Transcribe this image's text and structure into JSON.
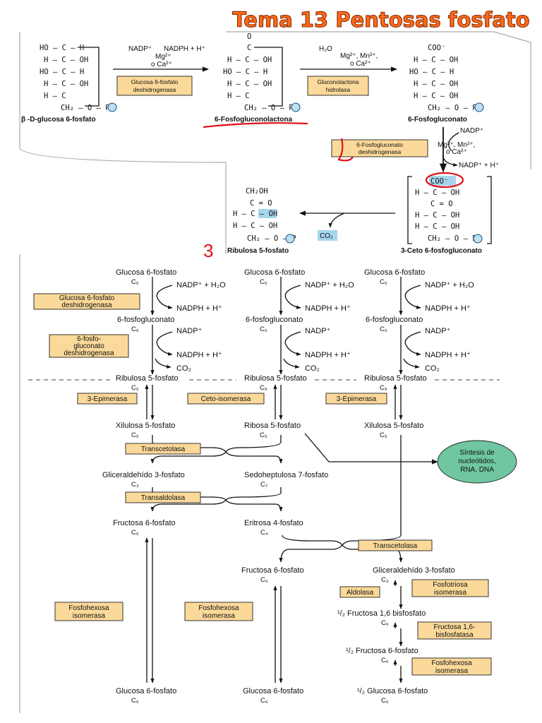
{
  "title": "Tema 13 Pentosas fosfato",
  "top": {
    "mol1": {
      "rows": [
        "HO – C – H",
        "H – C – OH",
        "HO – C – H",
        "H – C – OH",
        "H – C",
        "CH₂ – O – P"
      ],
      "name": "β -D-glucosa 6-fosfato"
    },
    "step1": {
      "cofactor": "NADP⁺",
      "product": "NADPH + H⁺",
      "ions": "Mg²⁺",
      "ions2": "o Ca²⁺",
      "enzyme_l1": "Glucosa 6-fosfato",
      "enzyme_l2": "deshidrogenasa"
    },
    "mol2": {
      "rows": [
        "O",
        "C",
        "H – C – OH",
        "HO – C – H",
        "H – C – OH",
        "H – C",
        "CH₂ – O – P"
      ],
      "name": "6-Fosfogluconolactona"
    },
    "step2": {
      "water": "H₂O",
      "ions": "Mg²⁺, Mn²⁺,",
      "ions2": "o Ca²⁺",
      "enzyme_l1": "Gluconolactona",
      "enzyme_l2": "hidrolasa"
    },
    "mol3": {
      "rows": [
        "COO⁻",
        "H – C – OH",
        "HO – C – H",
        "H – C – OH",
        "H – C – OH",
        "CH₂ – O – P"
      ],
      "name": "6-Fosfogluconato"
    },
    "step3": {
      "cofactor": "NADP⁺",
      "ions": "Mg²⁺, Mn²⁺,",
      "ions2": "o Ca²⁺",
      "product": "NADP⁺ + H⁺",
      "enzyme_l1": "6-Fosfogluconato",
      "enzyme_l2": "deshidrogenasa"
    },
    "mol4": {
      "rows": [
        "COO⁻",
        "H – C – OH",
        "C = O",
        "H – C – OH",
        "H – C – OH",
        "CH₂ – O – P"
      ],
      "name": "3-Ceto 6-fosfogluconato"
    },
    "mol5": {
      "rows": [
        "CH₂OH",
        "C = O",
        "H – C – OH",
        "H – C – OH",
        "CH₂ – O – P"
      ],
      "name": "Ribulosa 5-fosfato"
    },
    "co2": "CO₂",
    "annotation_number": "3",
    "phosphate": "P"
  },
  "bottom": {
    "columns": [
      {
        "g6p": "Glucosa 6-fosfato",
        "c6": "C₆",
        "nadp_h2o": "NADP⁺ + H₂O",
        "nadph": "NADPH + H⁺",
        "pg": "6-fosfogluconato",
        "c6b": "C₆",
        "nadp": "NADP⁺",
        "nadph2": "NADPH + H⁺",
        "co2": "CO₂",
        "ru5p": "Ribulosa 5-fosfato",
        "c5": "C₅",
        "isomer": "3-Epimerasa",
        "prod": "Xilulosa 5-fosfato",
        "c5b": "C₅"
      },
      {
        "g6p": "Glucosa 6-fosfato",
        "c6": "C₆",
        "nadp_h2o": "NADP⁺ + H₂O",
        "nadph": "NADPH + H⁺",
        "pg": "6-fosfogluconato",
        "c6b": "C₆",
        "nadp": "NADP⁺",
        "nadph2": "NADPH + H⁺",
        "co2": "CO₂",
        "ru5p": "Ribulosa 5-fosfato",
        "c5": "C₅",
        "isomer": "Ceto-isomerasa",
        "prod": "Ribosa 5-fosfato",
        "c5b": "C₅"
      },
      {
        "g6p": "Glucosa 6-fosfato",
        "c6": "C₆",
        "nadp_h2o": "NADP⁺ + H₂O",
        "nadph": "NADPH + H⁺",
        "pg": "6-fosfogluconato",
        "c6b": "C₆",
        "nadp": "NADP⁺",
        "nadph2": "NADPH + H⁺",
        "co2": "CO₂",
        "ru5p": "Ribulosa 5-fosfato",
        "c5": "C₅",
        "isomer": "3-Epimerasa",
        "prod": "Xilulosa 5-fosfato",
        "c5b": "C₅"
      }
    ],
    "enz_g6pdh_l1": "Glucosa 6-fosfato",
    "enz_g6pdh_l2": "deshidrogenasa",
    "enz_6pgdh_l1": "6-fosfo-",
    "enz_6pgdh_l2": "gluconato",
    "enz_6pgdh_l3": "deshidrogenasa",
    "synthesis_l1": "Síntesis de",
    "synthesis_l2": "nucleótidos,",
    "synthesis_l3": "RNA, DNA",
    "transcetolasa": "Transcetolasa",
    "transaldolasa": "Transaldolasa",
    "gal3p": "Gliceraldehído 3-fosfato",
    "c3": "C₃",
    "s7p": "Sedoheptulosa 7-fosfato",
    "c7": "C₇",
    "f6p": "Fructosa 6-fosfato",
    "c6": "C₆",
    "e4p": "Eritrosa 4-fosfato",
    "c4": "C₄",
    "transcetolasa2": "Transcetolasa",
    "f6p_mid": "Fructosa 6-fosfato",
    "gal3p_right": "Gliceraldehído 3-fosfato",
    "aldolasa": "Aldolasa",
    "tpi_l1": "Fosfotriosa",
    "tpi_l2": "isomerasa",
    "half_fbp": "¹/₂ Fructosa 1,6 bisfosfato",
    "fbpase_l1": "Fructosa 1,6-",
    "fbpase_l2": "bisfosfatasa",
    "half_f6p": "¹/₂ Fructosa 6-fosfato",
    "pgi_right_l1": "Fosfohexosa",
    "pgi_right_l2": "isomerasa",
    "pgi_left_l1": "Fosfohexosa",
    "pgi_left_l2": "isomerasa",
    "pgi_mid_l1": "Fosfohexosa",
    "pgi_mid_l2": "isomerasa",
    "g6p_end_left": "Glucosa 6-fosfato",
    "g6p_end_mid": "Glucosa 6-fosfato",
    "g6p_end_right": "¹/₂ Glucosa 6-fosfato"
  },
  "colors": {
    "title": "#ff6a1a",
    "enzyme_box": "#fbd99a",
    "synthesis_circle": "#6fc6a0",
    "highlight": "#a6d6ee",
    "annotation": "#e0101a"
  }
}
